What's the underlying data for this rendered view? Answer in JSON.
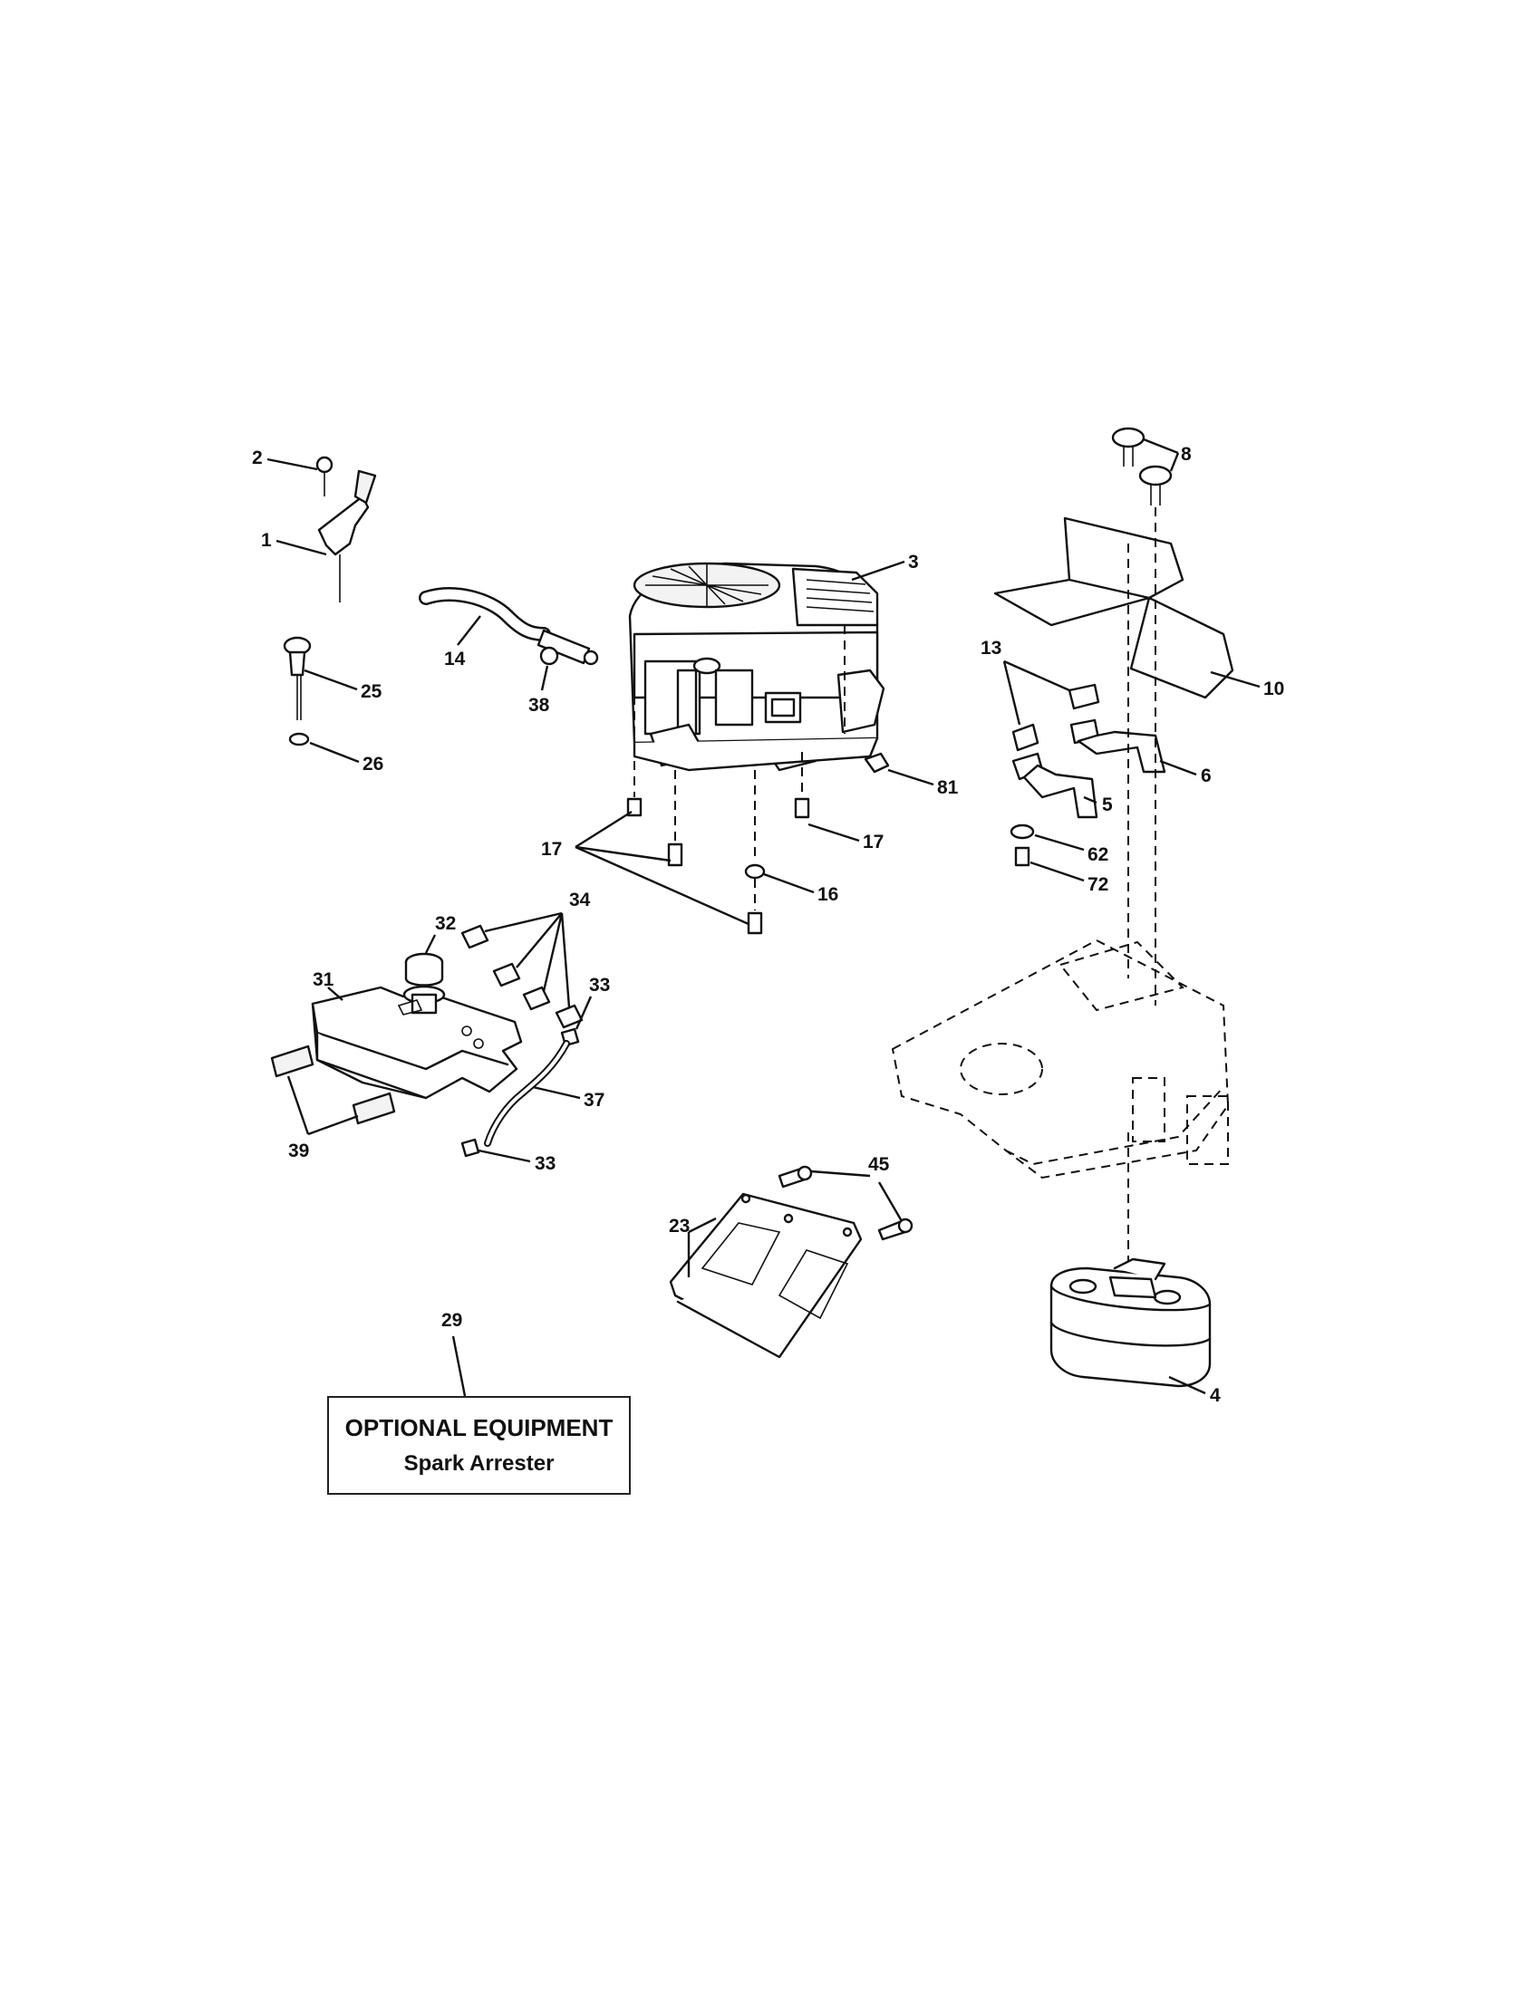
{
  "callouts": {
    "c1": "1",
    "c2": "2",
    "c3": "3",
    "c4": "4",
    "c5": "5",
    "c6": "6",
    "c8": "8",
    "c10": "10",
    "c13": "13",
    "c14": "14",
    "c16": "16",
    "c17a": "17",
    "c17b": "17",
    "c23": "23",
    "c25": "25",
    "c26": "26",
    "c29": "29",
    "c31": "31",
    "c32": "32",
    "c33a": "33",
    "c33b": "33",
    "c34": "34",
    "c37": "37",
    "c38": "38",
    "c39": "39",
    "c45": "45",
    "c62": "62",
    "c72": "72",
    "c81": "81"
  },
  "optional_box": {
    "title": "OPTIONAL EQUIPMENT",
    "subtitle": "Spark Arrester"
  }
}
